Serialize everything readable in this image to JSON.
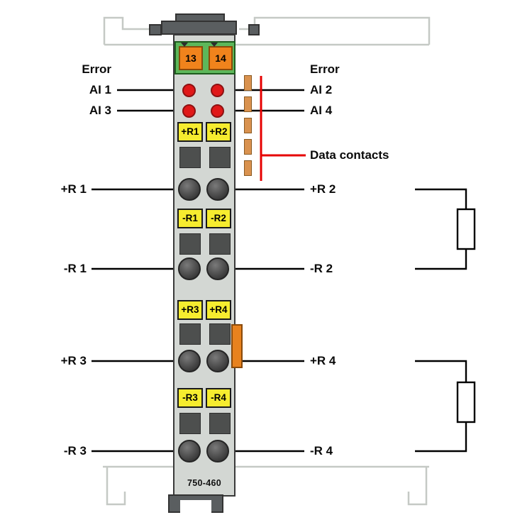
{
  "module": {
    "id": "750-460",
    "power_jumper_contacts": [
      "13",
      "14"
    ],
    "marking_labels": [
      "+R1",
      "+R2",
      "-R1",
      "-R2",
      "+R3",
      "+R4",
      "-R3",
      "-R4"
    ]
  },
  "annotations": {
    "left": [
      "Error",
      "AI 1",
      "AI 3",
      "+R 1",
      "-R 1",
      "+R 3",
      "-R 3"
    ],
    "right": [
      "Error",
      "AI 2",
      "AI 4",
      "+R 2",
      "-R 2",
      "+R 4",
      "-R 4"
    ],
    "callout": "Data contacts"
  },
  "colors": {
    "green_block": "#5db75a",
    "orange_contact": "#f0831c",
    "led_red": "#e01818",
    "yellow_label": "#f6ec2f",
    "callout_red": "#e60000",
    "module_gray": "#d3d7d3",
    "slot_gray": "#4d4f4e",
    "cap_gray": "#5a5e60",
    "outline_gray": "#c5c9c5",
    "latch_orange": "#e8821e",
    "contact_tan": "#d9924f"
  }
}
